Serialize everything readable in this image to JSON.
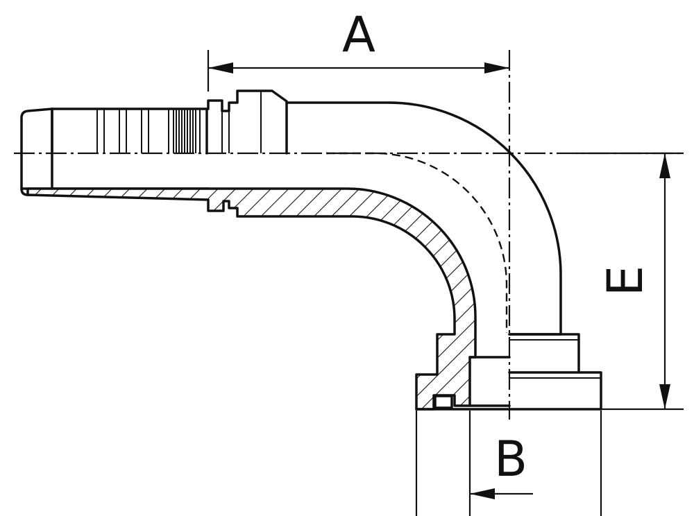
{
  "dimensions": {
    "a": "A",
    "b": "B",
    "e": "E"
  },
  "colors": {
    "line": "#111111",
    "background": "#ffffff"
  }
}
